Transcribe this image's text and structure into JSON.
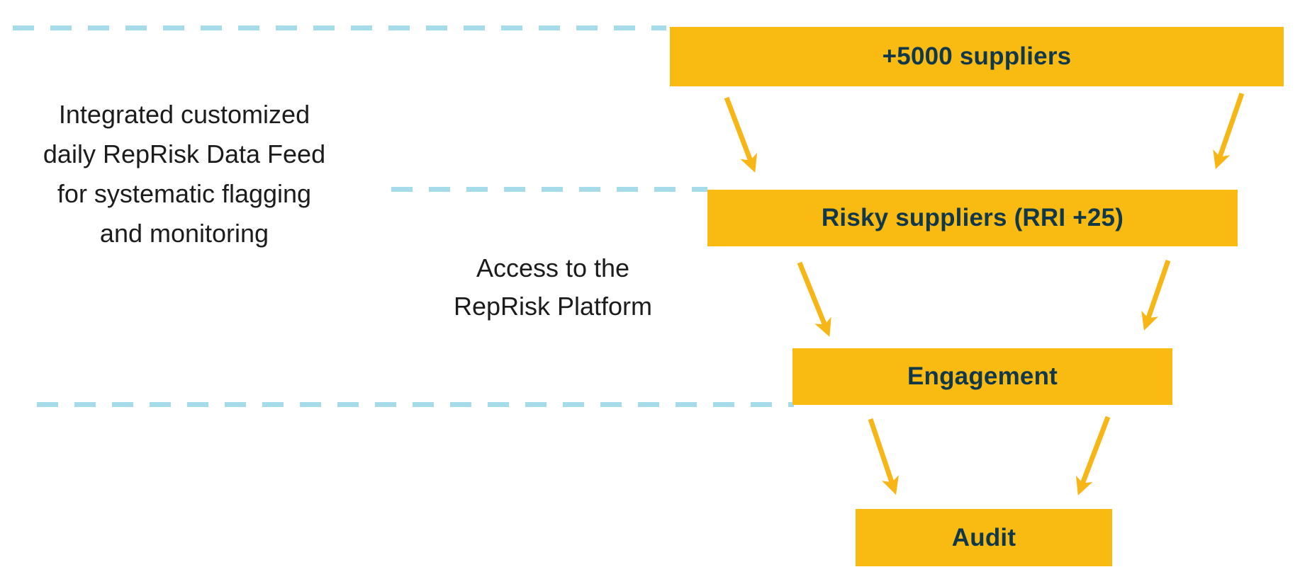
{
  "page": {
    "background": "#ffffff",
    "description": "Supplier screening funnel diagram"
  },
  "colors": {
    "bar_fill": "#f9ba12",
    "bar_text": "#11384a",
    "arrow": "#f8b616",
    "dashed_line": "#a6dbea",
    "annotation_text": "#1c1c1c"
  },
  "annotations": {
    "data_feed": {
      "lines": [
        "Integrated customized",
        "daily RepRisk Data Feed",
        "for systematic flagging",
        "and monitoring"
      ]
    },
    "platform_access": {
      "lines": [
        "Access to the",
        "RepRisk Platform"
      ]
    }
  },
  "funnel": {
    "stages": [
      {
        "label": "+5000 suppliers"
      },
      {
        "label": "Risky suppliers (RRI +25)"
      },
      {
        "label": "Engagement"
      },
      {
        "label": "Audit"
      }
    ]
  },
  "chart_data": {
    "type": "funnel",
    "stages": [
      "+5000 suppliers",
      "Risky suppliers (RRI +25)",
      "Engagement",
      "Audit"
    ],
    "annotations": [
      "Integrated customized daily RepRisk Data Feed for systematic flagging and monitoring",
      "Access to the RepRisk Platform"
    ],
    "legend_position": "none",
    "grid": false
  }
}
